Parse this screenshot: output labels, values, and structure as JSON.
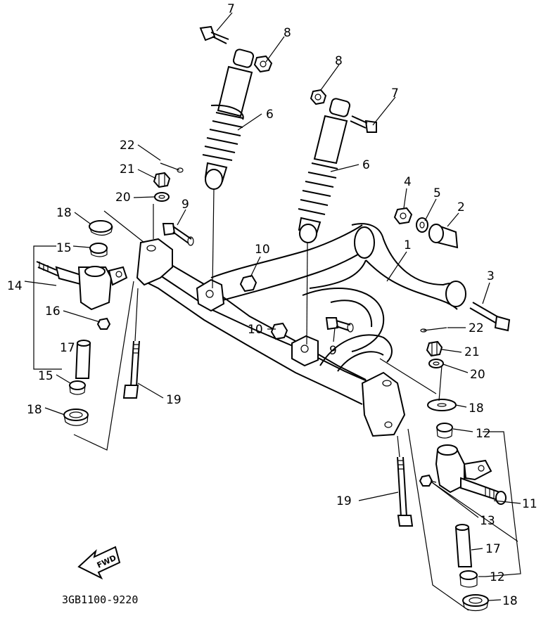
{
  "diagram": {
    "callouts": {
      "c7a": "7",
      "c8a": "8",
      "c8b": "8",
      "c7b": "7",
      "c6a": "6",
      "c6b": "6",
      "c22a": "22",
      "c21a": "21",
      "c20a": "20",
      "c9a": "9",
      "c18a": "18",
      "c15a": "15",
      "c14": "14",
      "c16": "16",
      "c17a": "17",
      "c15b": "15",
      "c18b": "18",
      "c19a": "19",
      "c10a": "10",
      "c10b": "10",
      "c9b": "9",
      "c4": "4",
      "c5": "5",
      "c2": "2",
      "c1": "1",
      "c3": "3",
      "c22b": "22",
      "c21b": "21",
      "c20b": "20",
      "c18c": "18",
      "c12a": "12",
      "c11": "11",
      "c19b": "19",
      "c13": "13",
      "c17b": "17",
      "c12b": "12",
      "c18d": "18"
    },
    "fwd_label": "FWD",
    "part_code": "3GB1100-9220"
  }
}
